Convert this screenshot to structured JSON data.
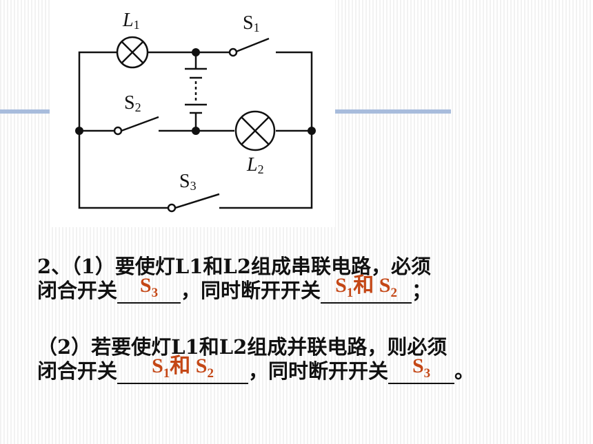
{
  "circuit": {
    "lamp_labels": {
      "l1": "L",
      "l1_sub": "1",
      "l2": "L",
      "l2_sub": "2"
    },
    "switch_labels": {
      "s1": "S",
      "s1_sub": "1",
      "s2": "S",
      "s2_sub": "2",
      "s3": "S",
      "s3_sub": "3"
    }
  },
  "question1": {
    "line1": "2、（1）要使灯L1和L2组成串联电路，必须",
    "line2_prefix": "闭合开关",
    "answer_close": {
      "main": "S",
      "sub": "3"
    },
    "mid_text": "，同时断开开关",
    "answer_open": {
      "main1": "S",
      "sub1": "1",
      "join": "和 ",
      "main2": "S",
      "sub2": "2"
    },
    "end_text": "；"
  },
  "question2": {
    "line1": "（2）若要使灯L1和L2组成并联电路，则必须",
    "line2_prefix": "闭合开关",
    "answer_close": {
      "main1": "S",
      "sub1": "1",
      "join": "和 ",
      "main2": "S",
      "sub2": "2"
    },
    "mid_text": "，同时断开开关",
    "answer_open": {
      "main": "S",
      "sub": "3"
    },
    "end_text": "。"
  },
  "colors": {
    "answer": "#c44716",
    "accent_rule": "#a8bcdc"
  }
}
